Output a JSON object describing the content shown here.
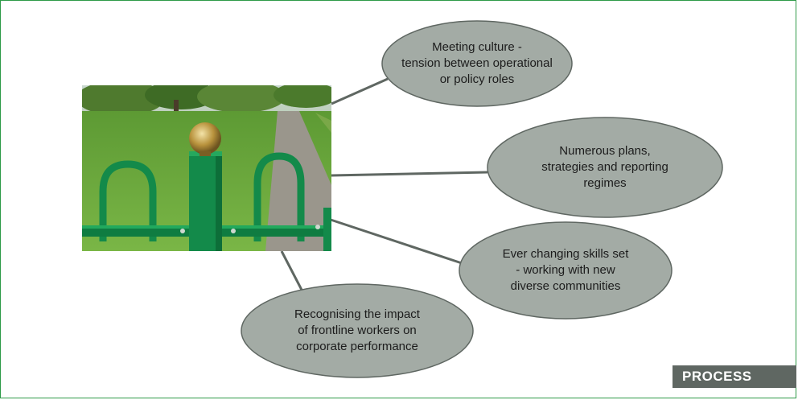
{
  "colors": {
    "frame_border": "#2e9a48",
    "bubble_fill": "#a3aba5",
    "bubble_stroke": "#5f6762",
    "connector": "#5f6762",
    "badge_fill": "#5f6762",
    "fence_green": "#138a4a",
    "grass": "#69a33a"
  },
  "photo": {
    "description_icon": "park-gate-photo"
  },
  "bubbles": [
    {
      "text": "Meeting culture -\ntension between operational\nor policy roles"
    },
    {
      "text": "Numerous plans,\nstrategies and reporting\nregimes"
    },
    {
      "text": "Ever changing skills set\n- working with new\ndiverse communities"
    },
    {
      "text": "Recognising the impact\nof frontline workers on\ncorporate performance"
    }
  ],
  "badge": {
    "label": "PROCESS"
  }
}
